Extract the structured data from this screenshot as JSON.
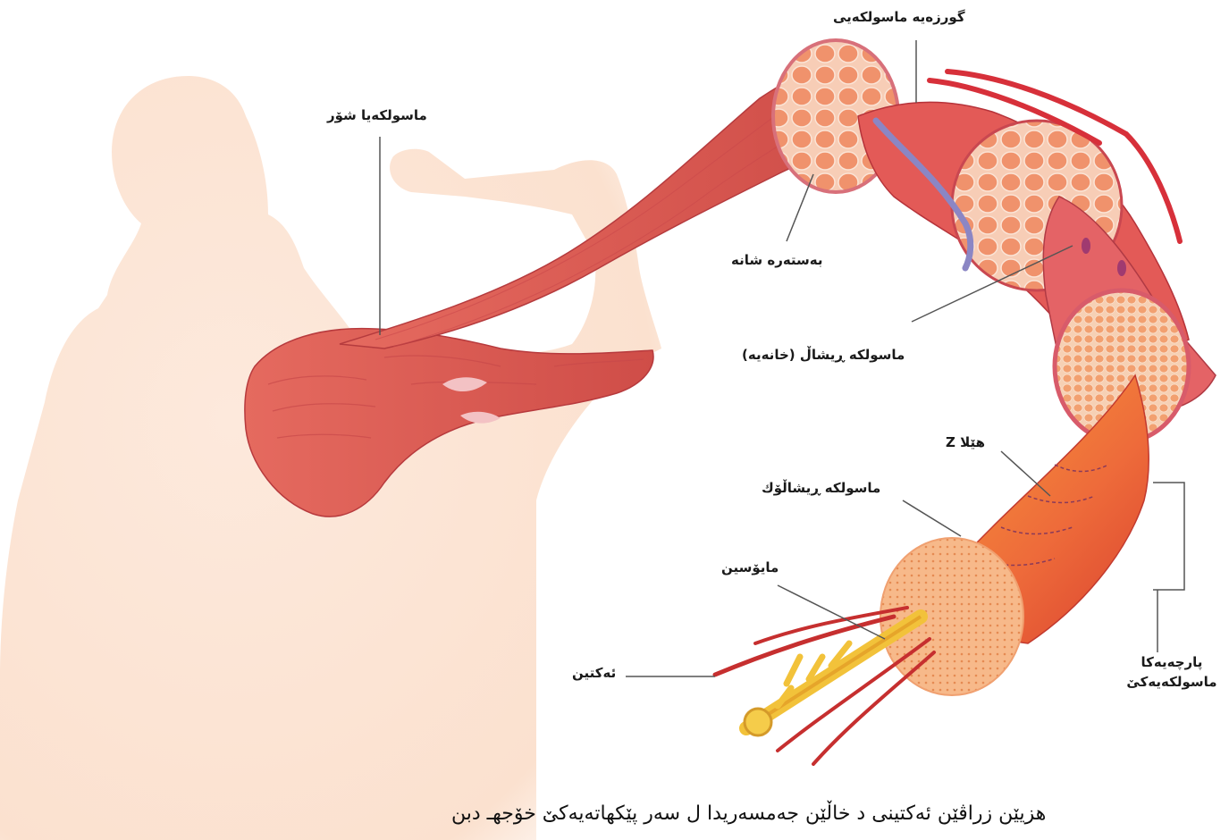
{
  "labels": {
    "skeletal_muscle": "ماسولکەیا شۆر",
    "muscle_tendon": "گورزەیە ماسولکەیی",
    "connective_tissue": "بەستەرە شانە",
    "muscle_fiber": "ماسولکە ڕیشاڵ (خانەیە)",
    "z_line": "هێلا Z",
    "myofibril": "ماسولکە ڕیشاڵۆك",
    "myosin": "مایۆسین",
    "actin": "ئەکتین",
    "sarcomere_line1": "پارچەیەکا",
    "sarcomere_line2": "ماسولکەیەکێ"
  },
  "caption": "هزیێن زراڤێن ئەکتینی د خاڵێن جەمسەریدا ل سەر پێکهاتەیەکێ خۆجهـ دبن",
  "colors": {
    "skin": "#fbe3d3",
    "muscle": "#e5675d",
    "muscle_dark": "#b8323a",
    "fiber_face": "#f4a07a",
    "myofibril": "#f08a3a",
    "myosin": "#f2c23a",
    "actin": "#c62f2f",
    "leader": "#555555"
  }
}
